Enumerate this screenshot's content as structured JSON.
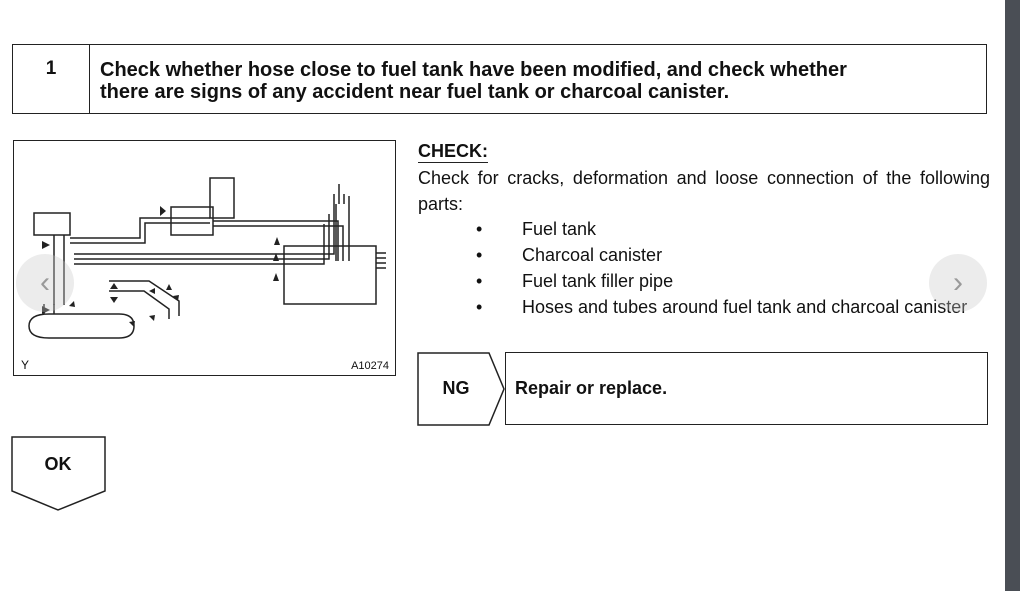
{
  "step": {
    "number": "1",
    "title_line1": "Check whether hose close to fuel tank have been modified, and check whether",
    "title_line2": "there are signs of any accident near fuel tank or charcoal canister."
  },
  "figure": {
    "corner_letter": "Y",
    "code": "A10274"
  },
  "check": {
    "heading": "CHECK:",
    "description": "Check for cracks, deformation and loose connection of the following parts:",
    "items": [
      "Fuel tank",
      "Charcoal canister",
      "Fuel tank filler pipe",
      "Hoses and tubes around fuel tank and charcoal canister"
    ]
  },
  "ng": {
    "label": "NG",
    "action": "Repair or replace."
  },
  "ok": {
    "label": "OK"
  },
  "navigation": {
    "prev_icon": "chevron-left-icon",
    "next_icon": "chevron-right-icon",
    "prev_glyph": "‹",
    "next_glyph": "›"
  },
  "colors": {
    "scrollbar": "#4a4e55",
    "border": "#222222"
  }
}
